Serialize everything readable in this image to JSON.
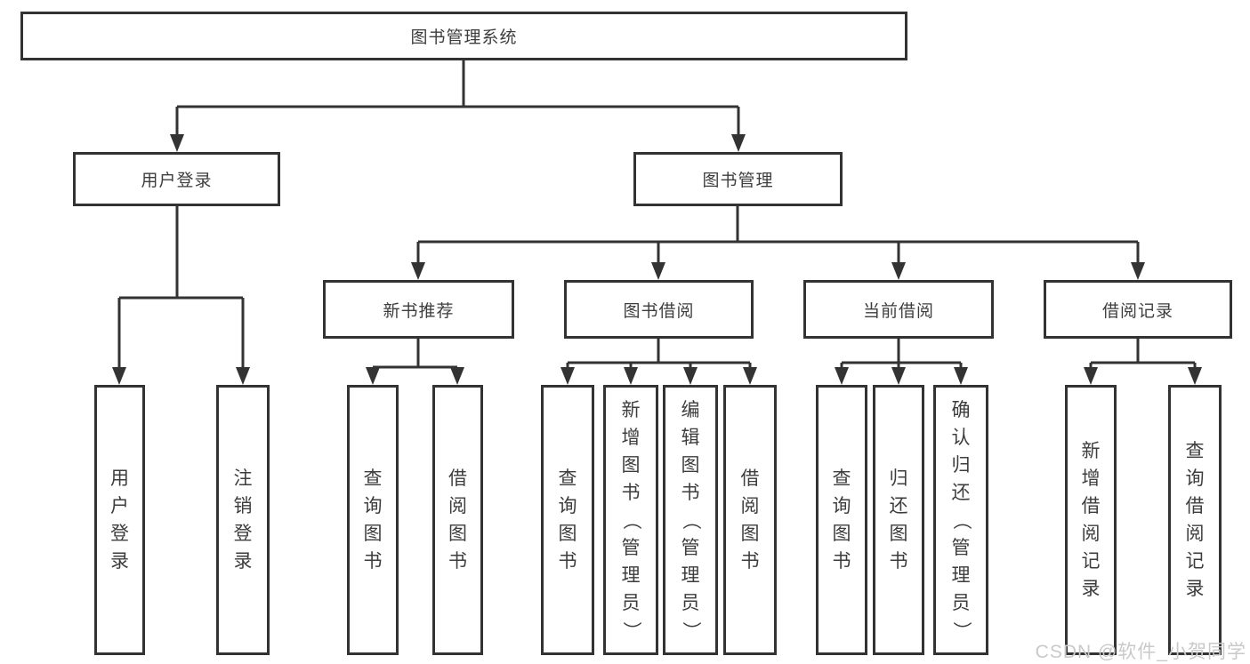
{
  "title": "图书管理系统",
  "login": {
    "label": "用户登录",
    "children": [
      "用户登录",
      "注销登录"
    ]
  },
  "mgmt": {
    "label": "图书管理"
  },
  "groups": [
    {
      "label": "新书推荐",
      "children": [
        "查询图书",
        "借阅图书"
      ]
    },
    {
      "label": "图书借阅",
      "children": [
        "查询图书",
        "新增图书（管理员）",
        "编辑图书（管理员）",
        "借阅图书"
      ]
    },
    {
      "label": "当前借阅",
      "children": [
        "查询图书",
        "归还图书",
        "确认归还（管理员）"
      ]
    },
    {
      "label": "借阅记录",
      "children": [
        "新增借阅记录",
        "查询借阅记录"
      ]
    }
  ],
  "watermark": "CSDN @软件_小贺同学",
  "colors": {
    "line": "#333333",
    "text": "#3d3d3d",
    "watermark": "#c9c9c9",
    "background": "#ffffff"
  }
}
